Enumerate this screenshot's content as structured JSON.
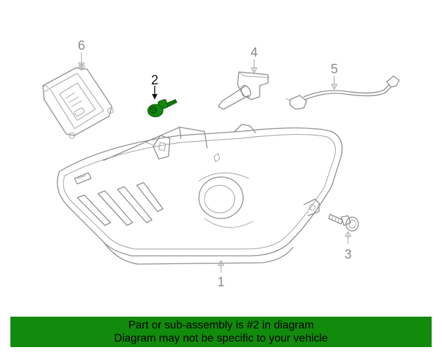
{
  "diagram": {
    "labels": {
      "part_1": "1",
      "part_2": "2",
      "part_3": "3",
      "part_4": "4",
      "part_5": "5",
      "part_6": "6"
    },
    "highlighted_part": "2",
    "highlight_color": "#138a0d"
  },
  "banner": {
    "line1": "Part or sub-assembly is #2 in diagram",
    "line2": "Diagram may not be specific to your vehicle",
    "background_color": "#128a0c"
  }
}
